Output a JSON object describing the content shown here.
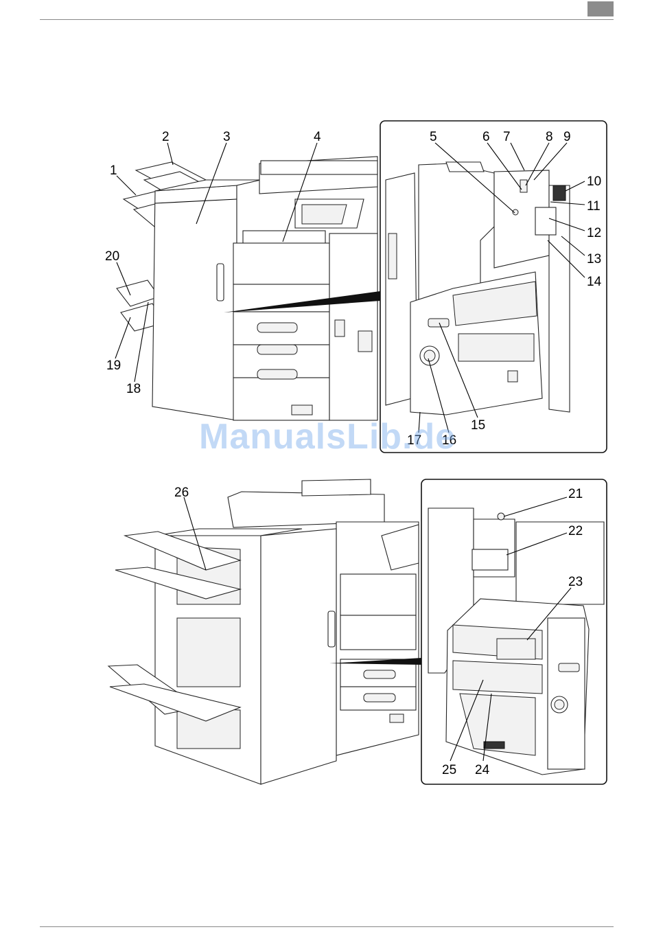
{
  "top_figure": {
    "callouts": [
      "1",
      "2",
      "3",
      "4",
      "5",
      "6",
      "7",
      "8",
      "9",
      "10",
      "11",
      "12",
      "13",
      "14",
      "15",
      "16",
      "17",
      "18",
      "19",
      "20"
    ]
  },
  "bottom_figure": {
    "callouts": [
      "21",
      "22",
      "23",
      "24",
      "25",
      "26"
    ]
  },
  "watermark": "ManualsLib.de",
  "colors": {
    "rule": "#888888",
    "tab": "#8c8c8c",
    "watermark": "#78aaeb"
  }
}
